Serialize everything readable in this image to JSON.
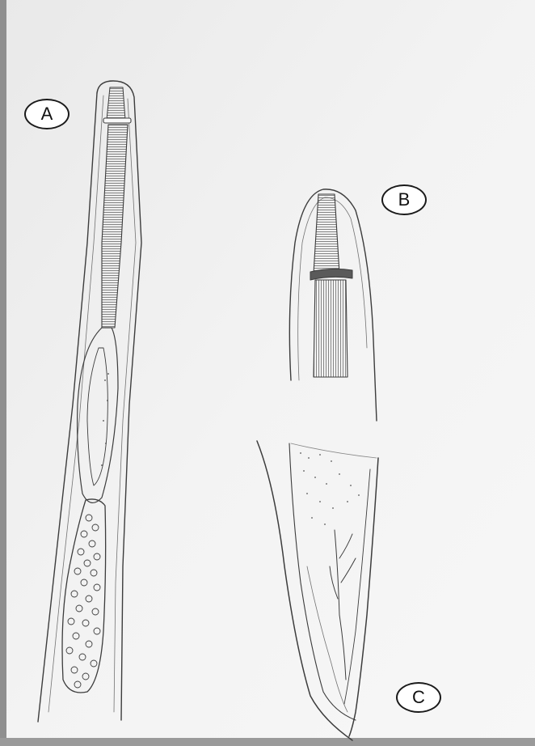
{
  "figure": {
    "labels": {
      "a": "A",
      "b": "B",
      "c": "C"
    },
    "colors": {
      "paper": "#f2f2f2",
      "pencil": "#3c3c3c",
      "label_border": "#1a1a1a",
      "label_fill": "#ffffff"
    }
  }
}
